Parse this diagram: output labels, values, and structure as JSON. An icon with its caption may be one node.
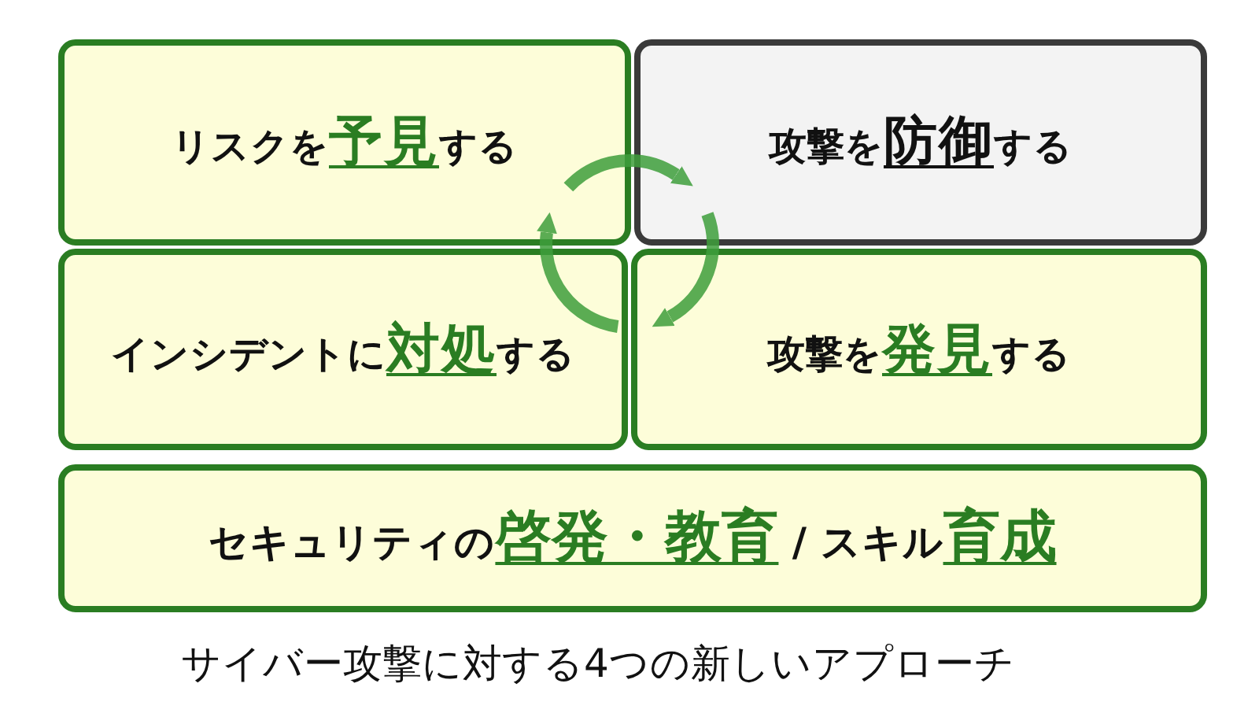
{
  "diagram": {
    "caption": "サイバー攻撃に対する4つの新しいアプローチ",
    "nodes": [
      {
        "text": [
          "リスクを**予見**する"
        ]
      },
      {
        "text": [
          "攻撃を**防御**する"
        ]
      },
      {
        "text": [
          "インシデントに**対処**する"
        ]
      },
      {
        "text": [
          "攻撃を**発見**する"
        ]
      },
      {
        "text": [
          "セキュリティの**啓発・教育** / スキル**育成**"
        ]
      }
    ],
    "edges": [
      {
        "from": 0,
        "to": 1,
        "arrow": "to"
      },
      {
        "from": 1,
        "to": 3,
        "arrow": "to"
      },
      {
        "from": 2,
        "to": 0,
        "arrow": "to"
      }
    ]
  }
}
